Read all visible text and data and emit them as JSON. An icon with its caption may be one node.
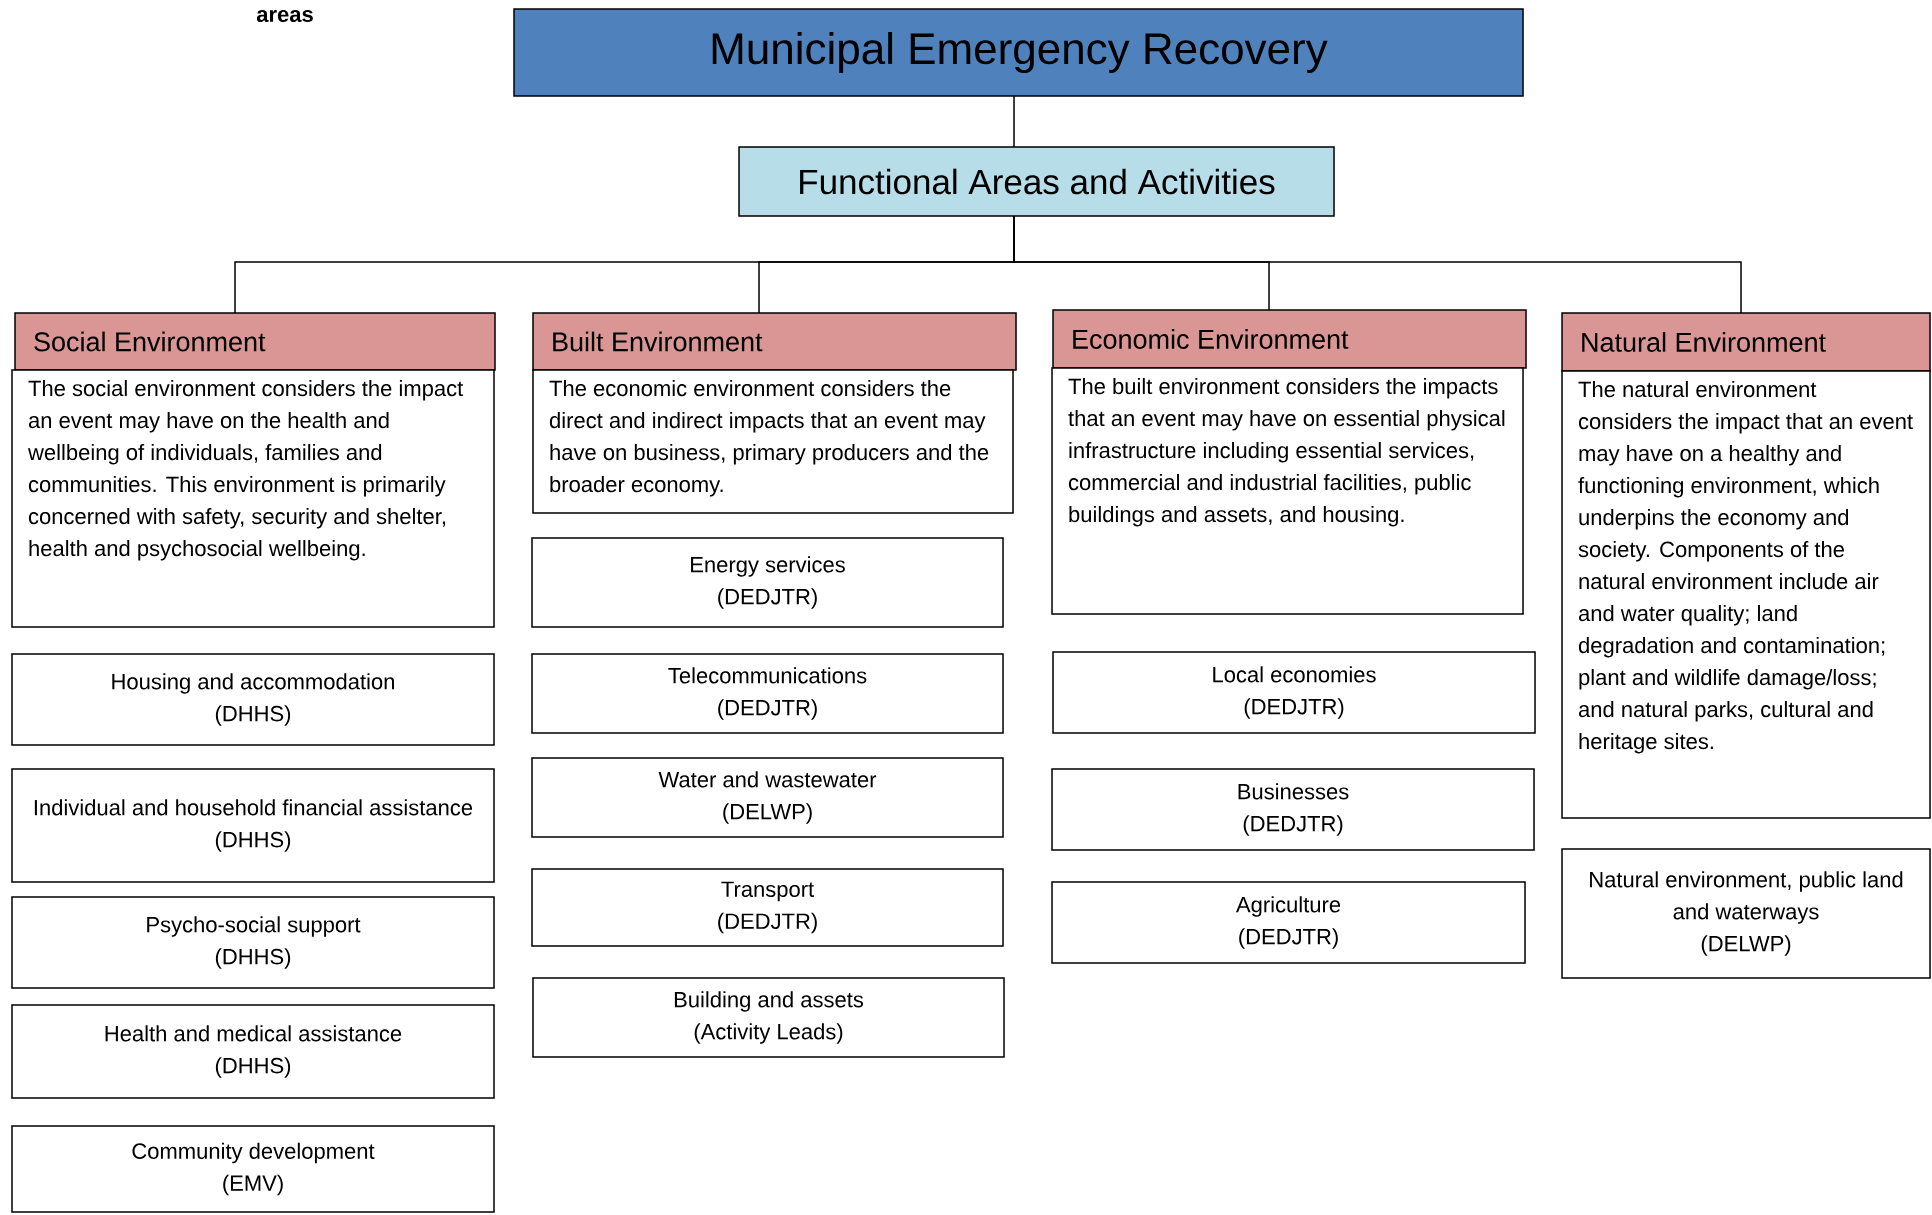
{
  "diagram": {
    "nodes": [
      {
        "text": [
          "Municipal Emergency Recovery"
        ]
      },
      {
        "text": [
          "Functional Areas and Activities"
        ]
      },
      {
        "text": [
          "Social Environment"
        ]
      },
      {
        "text": [
          "The social environment considers the impact an event may have on the health and wellbeing of individuals, families and communities. This environment is primarily concerned with safety, security and shelter, health and psychosocial wellbeing."
        ]
      },
      {
        "text": [
          "Housing and accommodation",
          "(DHHS)"
        ]
      },
      {
        "text": [
          "Individual and household financial assistance",
          "(DHHS)"
        ]
      },
      {
        "text": [
          "Psycho-social support",
          "(DHHS)"
        ]
      },
      {
        "text": [
          "Health and medical assistance",
          "(DHHS)"
        ]
      },
      {
        "text": [
          "Community development",
          "(EMV)"
        ]
      },
      {
        "text": [
          "Built Environment"
        ]
      },
      {
        "text": [
          "The economic environment considers the direct and indirect impacts that an event may have on business, primary producers and the broader economy."
        ]
      },
      {
        "text": [
          "Energy services",
          "(DEDJTR)"
        ]
      },
      {
        "text": [
          "Telecommunications",
          "(DEDJTR)"
        ]
      },
      {
        "text": [
          "Water and wastewater",
          "(DELWP)"
        ]
      },
      {
        "text": [
          "Transport",
          "(DEDJTR)"
        ]
      },
      {
        "text": [
          "Building and assets",
          "(Activity Leads)"
        ]
      },
      {
        "text": [
          "Economic Environment"
        ]
      },
      {
        "text": [
          "The built environment considers the impacts that an event may have on essential physical infrastructure including essential services, commercial and industrial facilities, public buildings and assets, and housing."
        ]
      },
      {
        "text": [
          "Local economies",
          "(DEDJTR)"
        ]
      },
      {
        "text": [
          "Businesses",
          "(DEDJTR)"
        ]
      },
      {
        "text": [
          "Agriculture",
          "(DEDJTR)"
        ]
      },
      {
        "text": [
          "Natural Environment"
        ]
      },
      {
        "text": [
          "The natural environment considers the impact that an event may have on a healthy and functioning environment, which underpins the economy and society. Components of the natural environment include air and water quality; land degradation and contamination; plant and wildlife damage/loss; and natural parks, cultural and heritage sites."
        ]
      },
      {
        "text": [
          "Natural environment, public land and waterways",
          "(DELWP)"
        ]
      }
    ],
    "edges": [
      {
        "from": 0,
        "to": 1,
        "arrow": "none"
      },
      {
        "from": 1,
        "to": 2,
        "arrow": "none"
      },
      {
        "from": 1,
        "to": 9,
        "arrow": "none"
      },
      {
        "from": 1,
        "to": 16,
        "arrow": "none"
      },
      {
        "from": 1,
        "to": 21,
        "arrow": "none"
      }
    ],
    "labels": [
      "areas"
    ]
  }
}
